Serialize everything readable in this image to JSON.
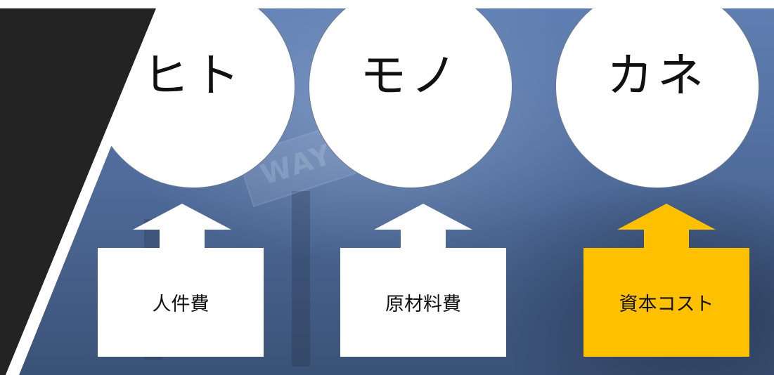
{
  "background_sign_text": "WAY",
  "columns": [
    {
      "circle_label": "ヒト",
      "box_label": "人件費",
      "highlight": false
    },
    {
      "circle_label": "モノ",
      "box_label": "原材料費",
      "highlight": false
    },
    {
      "circle_label": "カネ",
      "box_label": "資本コスト",
      "highlight": true
    }
  ],
  "colors": {
    "dark_panel": "#232323",
    "highlight_box": "#ffc000",
    "circle_fill": "#ffffff",
    "arrow_default": "#ffffff"
  }
}
